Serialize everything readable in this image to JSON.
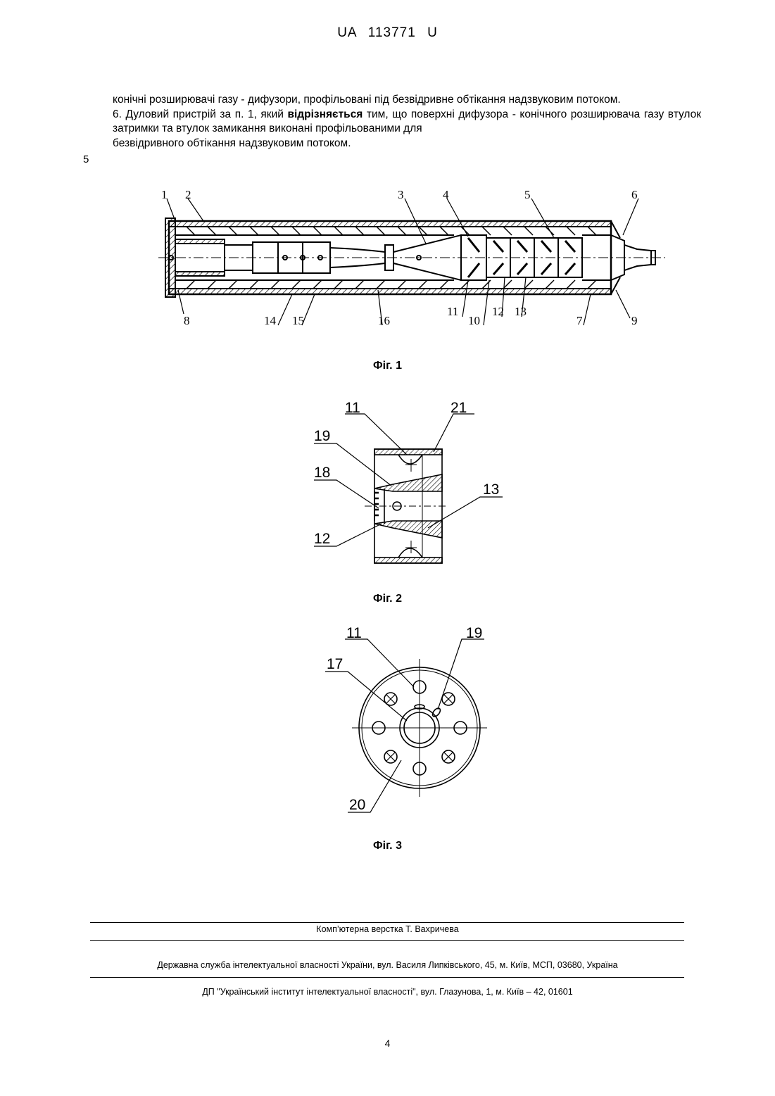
{
  "header": {
    "doc_number": "UA 113771 U"
  },
  "claims": {
    "continuation": "конічні розширювачі газу - дифузори, профільовані під безвідривне обтікання надзвуковим потоком.",
    "claim6_before": "6. Дуловий пристрій за п. 1, який ",
    "claim6_bold": "відрізняється",
    "claim6_after_line1": " тим, що поверхні дифузора - конічного розширювача газу втулок затримки та втулок замикання виконані профільованими для",
    "claim6_last_line": "безвідривного обтікання надзвуковим потоком.",
    "line_number": "5"
  },
  "figures": {
    "fig1": {
      "caption": "Фіг. 1",
      "labels_top": [
        "1",
        "2",
        "3",
        "4",
        "5",
        "6"
      ],
      "labels_bottom": [
        "8",
        "14",
        "15",
        "16",
        "11",
        "10",
        "12",
        "13",
        "7",
        "9"
      ]
    },
    "fig2": {
      "caption": "Фіг. 2",
      "labels": [
        "11",
        "21",
        "19",
        "18",
        "13",
        "12"
      ]
    },
    "fig3": {
      "caption": "Фіг. 3",
      "labels": [
        "11",
        "19",
        "17",
        "20"
      ]
    }
  },
  "footer": {
    "layout": "Комп’ютерна верстка Т. Вахричева",
    "agency": "Державна служба інтелектуальної власності України, вул. Василя Липківського, 45, м. Київ, МСП, 03680, Україна",
    "institute": "ДП \"Український інститут інтелектуальної власності\", вул. Глазунова, 1, м. Київ – 42, 01601",
    "page_number": "4"
  }
}
